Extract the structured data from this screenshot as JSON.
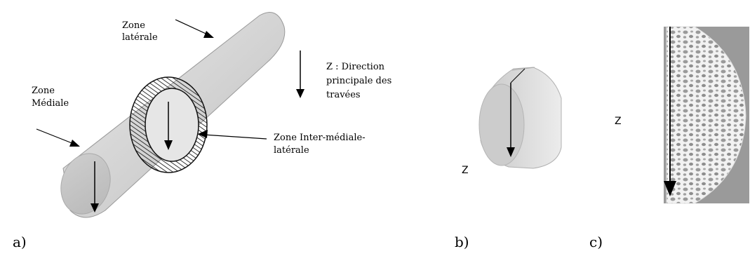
{
  "panel_a": {
    "label": "a)",
    "zone_laterale": [
      "Zone",
      "latérale"
    ],
    "zone_mediale": [
      "Zone",
      "Médiale"
    ],
    "z_direction": [
      "Z : Direction",
      "principale des",
      "travées"
    ],
    "zone_inter": [
      "Zone Inter-médiale-",
      "latérale"
    ]
  },
  "panel_b": {
    "label": "b)",
    "z_label": "Z"
  },
  "panel_c": {
    "label": "c)",
    "z_label": "Z"
  }
}
